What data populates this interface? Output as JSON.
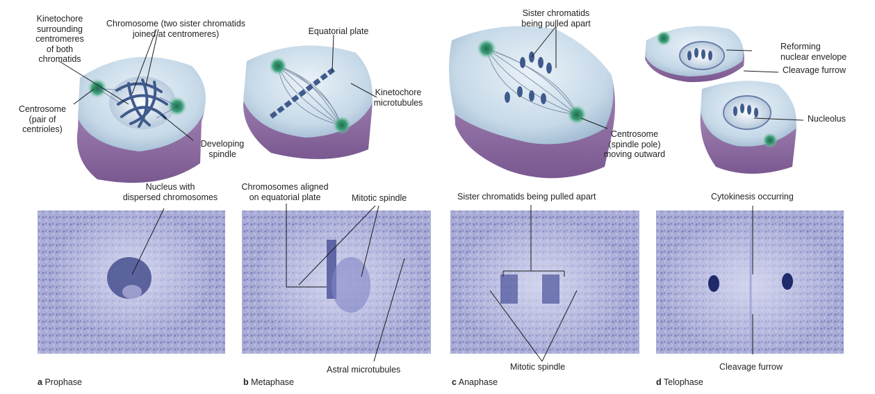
{
  "labels": {
    "kinetochore_surrounding": "Kinetochore\nsurrounding\ncentromeres\nof both\nchromatids",
    "chromosome": "Chromosome (two sister chromatids\njoined at centromeres)",
    "centrosome_pair": "Centrosome\n(pair of\ncentrioles)",
    "developing_spindle": "Developing\nspindle",
    "equatorial_plate": "Equatorial plate",
    "kinetochore_microtubules": "Kinetochore\nmicrotubules",
    "sister_top": "Sister chromatids\nbeing pulled apart",
    "centrosome_spindle_pole": "Centrosome\n(spindle pole)\nmoving outward",
    "reforming_envelope": "Reforming\nnuclear envelope",
    "cleavage_furrow_top": "Cleavage furrow",
    "nucleolus": "Nucleolus",
    "nucleus_dispersed": "Nucleus with\ndispersed chromosomes",
    "chromosomes_aligned": "Chromosomes aligned\non equatorial plate",
    "mitotic_spindle_b": "Mitotic spindle",
    "astral_microtubules": "Astral microtubules",
    "sister_bottom": "Sister chromatids being pulled apart",
    "mitotic_spindle_c": "Mitotic spindle",
    "cytokinesis": "Cytokinesis occurring",
    "cleavage_furrow_bottom": "Cleavage furrow"
  },
  "captions": [
    {
      "letter": "a",
      "name": "Prophase"
    },
    {
      "letter": "b",
      "name": "Metaphase"
    },
    {
      "letter": "c",
      "name": "Anaphase"
    },
    {
      "letter": "d",
      "name": "Telophase"
    }
  ],
  "colors": {
    "cell_top": "#c9dbe9",
    "cell_side": "#9d7bb0",
    "cell_side_dark": "#7e5c94",
    "centrosome": "#2f8d6a",
    "chromosome": "#3f5a8c",
    "micrograph": "#8e93c6",
    "micrograph_dark": "#3f4790"
  }
}
